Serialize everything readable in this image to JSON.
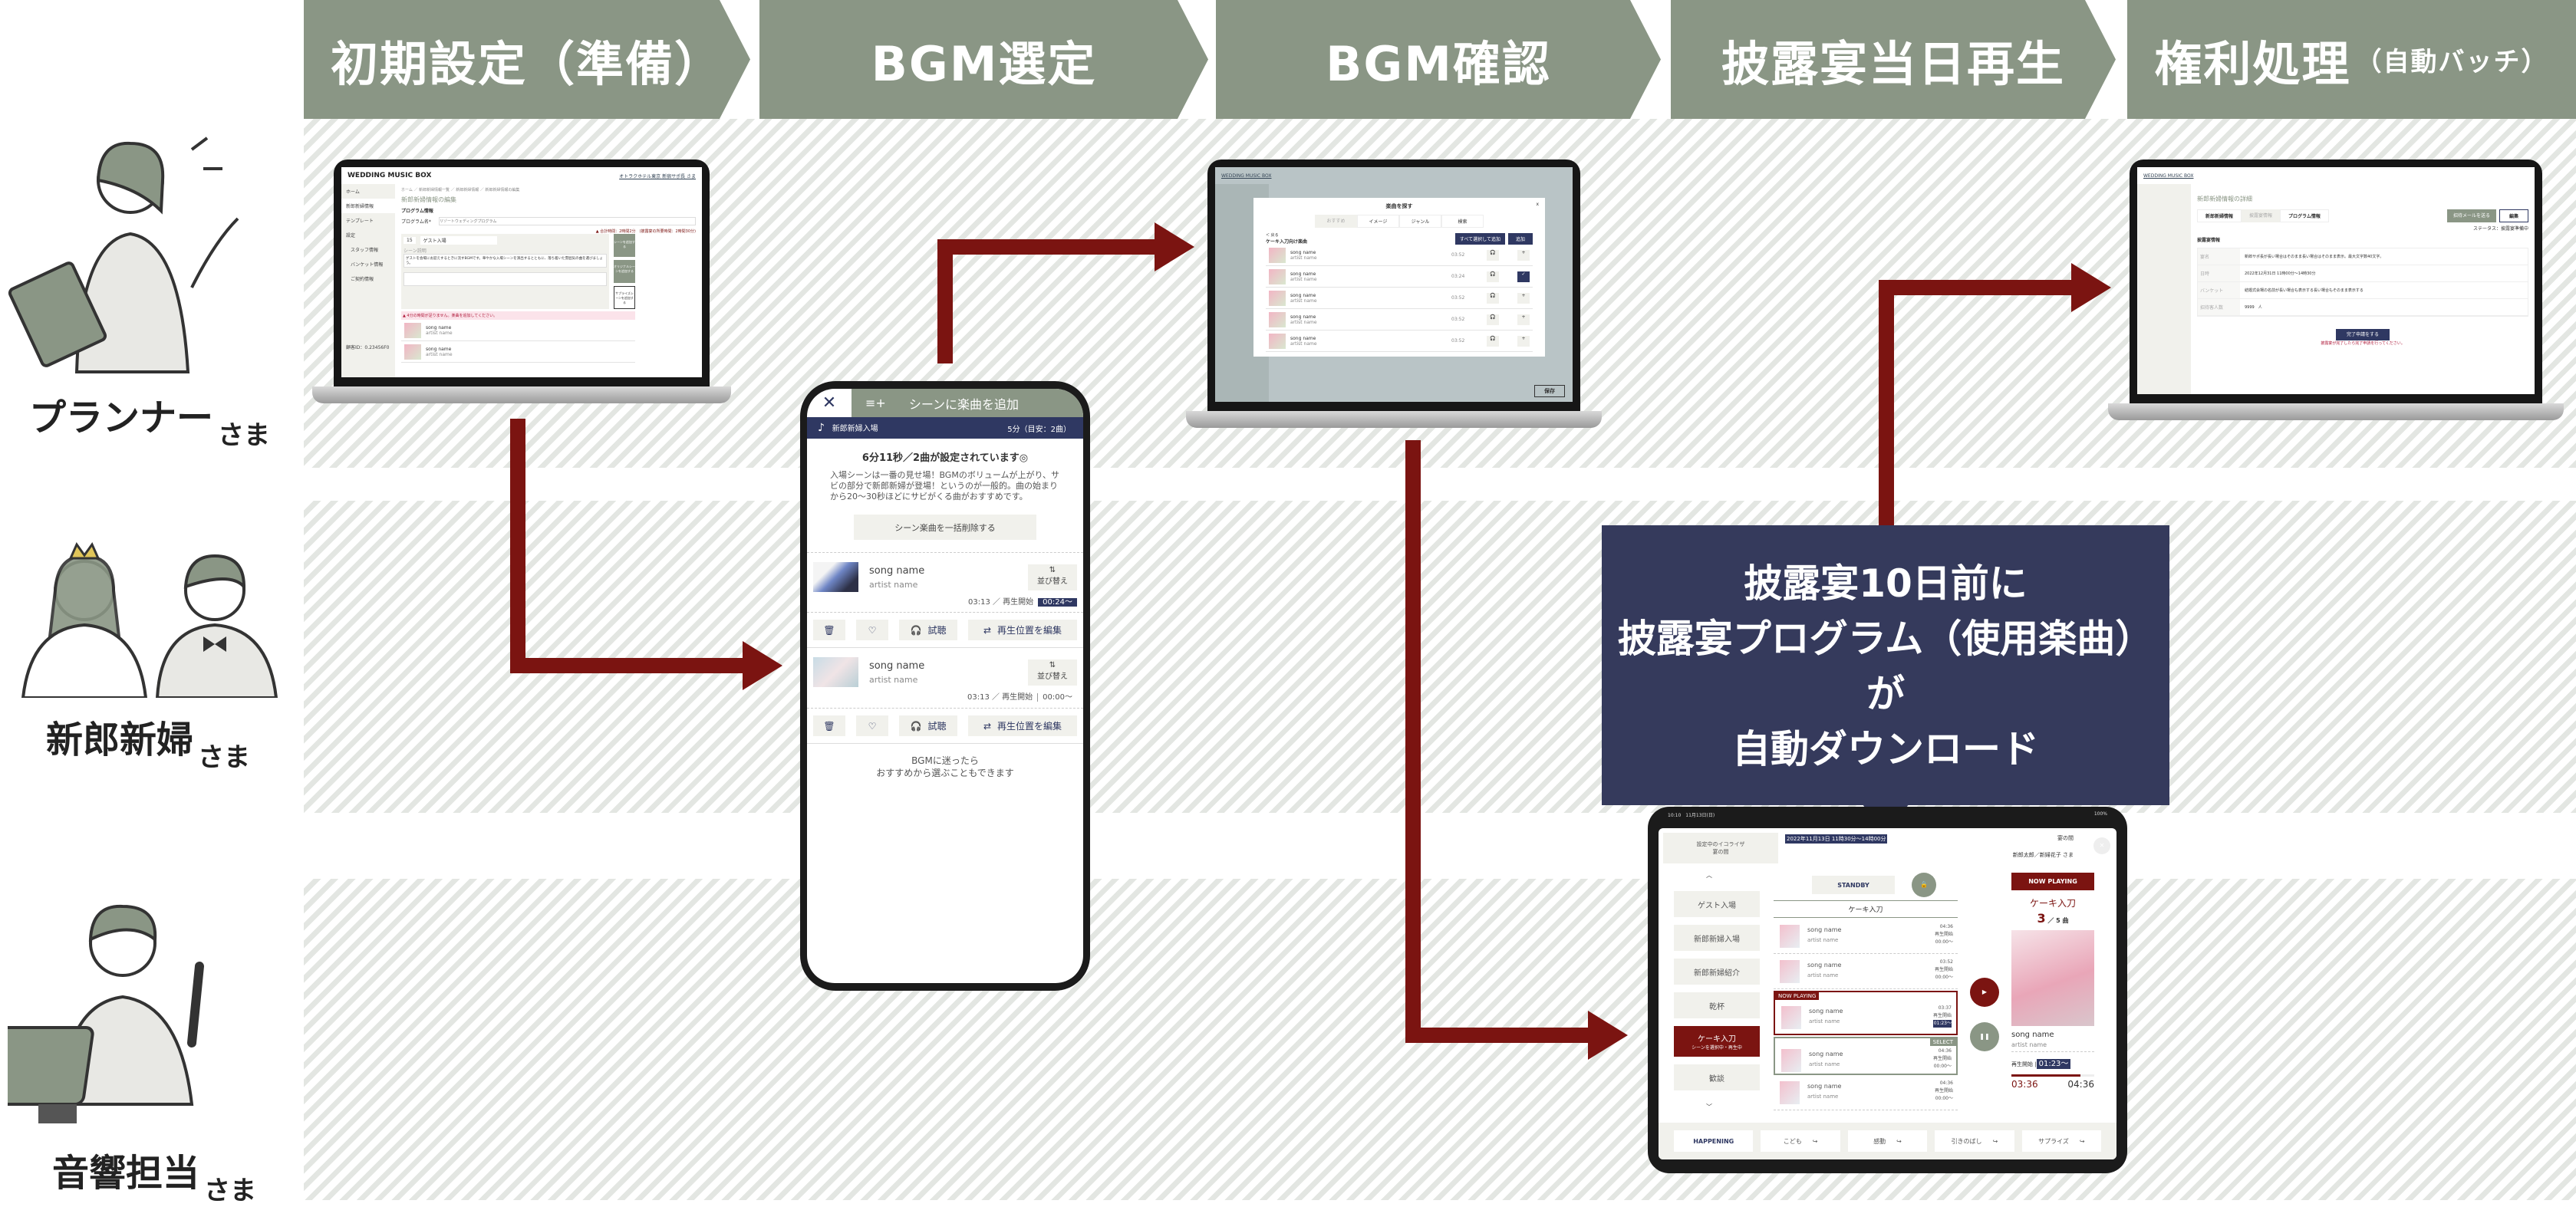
{
  "steps": [
    {
      "label": "初期設定（準備）",
      "sub": ""
    },
    {
      "label": "BGM選定",
      "sub": ""
    },
    {
      "label": "BGM確認",
      "sub": ""
    },
    {
      "label": "披露宴当日再生",
      "sub": ""
    },
    {
      "label": "権利処理",
      "sub": "（自動バッチ）"
    }
  ],
  "roles": [
    {
      "label": "プランナー",
      "honorific": "さま"
    },
    {
      "label": "新郎新婦",
      "honorific": "さま"
    },
    {
      "label": "音響担当",
      "honorific": "さま"
    }
  ],
  "brand": "WEDDING MUSIC BOX",
  "laptop1": {
    "account": "オトラクホテル東京 新宿サポ長 さま",
    "side": [
      "ホーム",
      "新郎新婦情報",
      "テンプレート",
      "設定",
      "スタッフ情報",
      "バンケット情報",
      "ご契約情報"
    ],
    "side_footer": "顧客ID：0.23456F0",
    "breadcrumb": "ホーム ／ 新郎新婦情報一覧 ／ 新郎新婦情報 ／ 新郎新婦情報の編集",
    "title": "新郎新婦情報の編集",
    "section": "プログラム情報",
    "program_label": "プログラム名*",
    "program_placeholder": "リゾートウェディングプログラム",
    "total": "▲ 合計時間：2時間2分　(披露宴の所要時間：2時間30分)",
    "minutes": "15",
    "scene": "ゲスト入場",
    "scene_desc_label": "シーン説明",
    "scene_desc": "ゲストを会場にお迎えするときに流すBGMです。華やかな入場シーンを演出するとともに、落ち着いた雰囲気の曲を選びましょう。",
    "warning": "▲ 4分の時間が足りません。楽曲を追加してください。",
    "add_scene": "シーンを追加する",
    "add_original": "オリジナルシーンを追加する",
    "add_surprise": "サプライズシーンを追加する",
    "songs": [
      {
        "name": "song name",
        "artist": "artist name"
      },
      {
        "name": "song name",
        "artist": "artist name"
      }
    ]
  },
  "phone": {
    "title": "シーンに楽曲を追加",
    "close": "✕",
    "scene": "新郎新婦入場",
    "scene_meta": "5分（目安：2曲）",
    "summary": "6分11秒／2曲が設定されています◎",
    "description": "入場シーンは一番の見せ場！BGMのボリュームが上がり、サビの部分で新郎新婦が登場！というのが一般的。曲の始まりから20〜30秒ほどにサビがくる曲がおすすめです。",
    "delete_all": "シーン楽曲を一括削除する",
    "sort": "並び替え",
    "listen": "試聴",
    "edit_position": "再生位置を編集",
    "songs": [
      {
        "name": "song name",
        "artist": "artist name",
        "duration": "03:13",
        "start_label": "再生開始",
        "start": "00:24〜"
      },
      {
        "name": "song name",
        "artist": "artist name",
        "duration": "03:13",
        "start_label": "再生開始",
        "start": "00:00〜"
      }
    ],
    "footer1": "BGMに迷ったら",
    "footer2": "おすすめから選ぶこともできます"
  },
  "laptop2": {
    "modal_title": "楽曲を探す",
    "tabs": [
      "おすすめ",
      "イメージ",
      "ジャンル",
      "検索"
    ],
    "back": "＜ 戻る",
    "list_title": "ケーキ入刀向け楽曲",
    "select_all": "すべて選択して追加",
    "add": "追加",
    "save": "保存",
    "songs": [
      {
        "name": "song name",
        "artist": "artist name",
        "time": "03:52",
        "selected": false
      },
      {
        "name": "song name",
        "artist": "artist name",
        "time": "03:24",
        "selected": true
      },
      {
        "name": "song name",
        "artist": "artist name",
        "time": "03:52",
        "selected": false
      },
      {
        "name": "song name",
        "artist": "artist name",
        "time": "03:52",
        "selected": false
      },
      {
        "name": "song name",
        "artist": "artist name",
        "time": "03:52",
        "selected": false
      }
    ]
  },
  "laptop3": {
    "title": "新郎新婦情報の詳細",
    "tabs": [
      "新郎新婦情報",
      "披露宴情報",
      "プログラム情報"
    ],
    "invite": "招待メールを送る",
    "edit": "編集",
    "status": "ステータス：披露宴準備中",
    "section": "披露宴情報",
    "rows": [
      {
        "k": "宴名",
        "v": "新郎サポ長が長い場合はそのまま長い場合はそのまま表示。最大文字数40文字。"
      },
      {
        "k": "日時",
        "v": "2022年12月31日 11時00分〜14時30分"
      },
      {
        "k": "バンケット",
        "v": "結婚式会場の名前が長い場合も表示する長い場合もそのまま表示する"
      },
      {
        "k": "招待客人数",
        "v": "9999　人"
      }
    ],
    "complete": "完了申請をする",
    "complete_note": "披露宴が完了したら完了申請を行ってください。"
  },
  "callout": {
    "line1": "披露宴10日前に",
    "line2": "披露宴プログラム（使用楽曲）が",
    "line3": "自動ダウンロード"
  },
  "tablet": {
    "status_time": "10:10　11月13日(日)",
    "status_right": "100%",
    "eq_label": "設定中のイコライザ",
    "eq_value": "宴の間",
    "date": "2022年11月13日 11時30分〜14時00分",
    "venue": "宴の間",
    "couple": "新郎太郎／新婦花子 さま",
    "scenes": [
      "ゲスト入場",
      "新郎新婦入場",
      "新郎新婦紹介",
      "乾杯",
      "ケーキ入刀",
      "歓談"
    ],
    "active_scene_sub": "シーンを選択中・再生中",
    "standby": "STANDBY",
    "list_title": "ケーキ入刀",
    "now_playing_badge": "NOW PLAYING",
    "select_badge": "SELECT",
    "songs": [
      {
        "name": "song name",
        "artist": "artist name",
        "dur": "04:36",
        "start": "00:00〜"
      },
      {
        "name": "song name",
        "artist": "artist name",
        "dur": "03:52",
        "start": "00:00〜"
      },
      {
        "name": "song name",
        "artist": "artist name",
        "dur": "03:37",
        "start": "01:23〜"
      },
      {
        "name": "song name",
        "artist": "artist name",
        "dur": "04:36",
        "start": "00:00〜"
      },
      {
        "name": "song name",
        "artist": "artist name",
        "dur": "04:36",
        "start": "00:00〜"
      }
    ],
    "start_label": "再生開始",
    "np_title": "NOW PLAYING",
    "np_scene": "ケーキ入刀",
    "np_index": "3",
    "np_total": "／ 5 曲",
    "np_song": "song name",
    "np_artist": "artist name",
    "np_start_label": "再生開始 |",
    "np_start": "01:23〜",
    "np_elapsed": "03:36",
    "np_length": "04:36",
    "progress": 0.83,
    "bottom": [
      "HAPPENING",
      "こども",
      "感動",
      "引きのばし",
      "サプライズ"
    ]
  },
  "colors": {
    "accent": "#7b1411",
    "navy": "#2f3862",
    "sage": "#8a9685"
  }
}
